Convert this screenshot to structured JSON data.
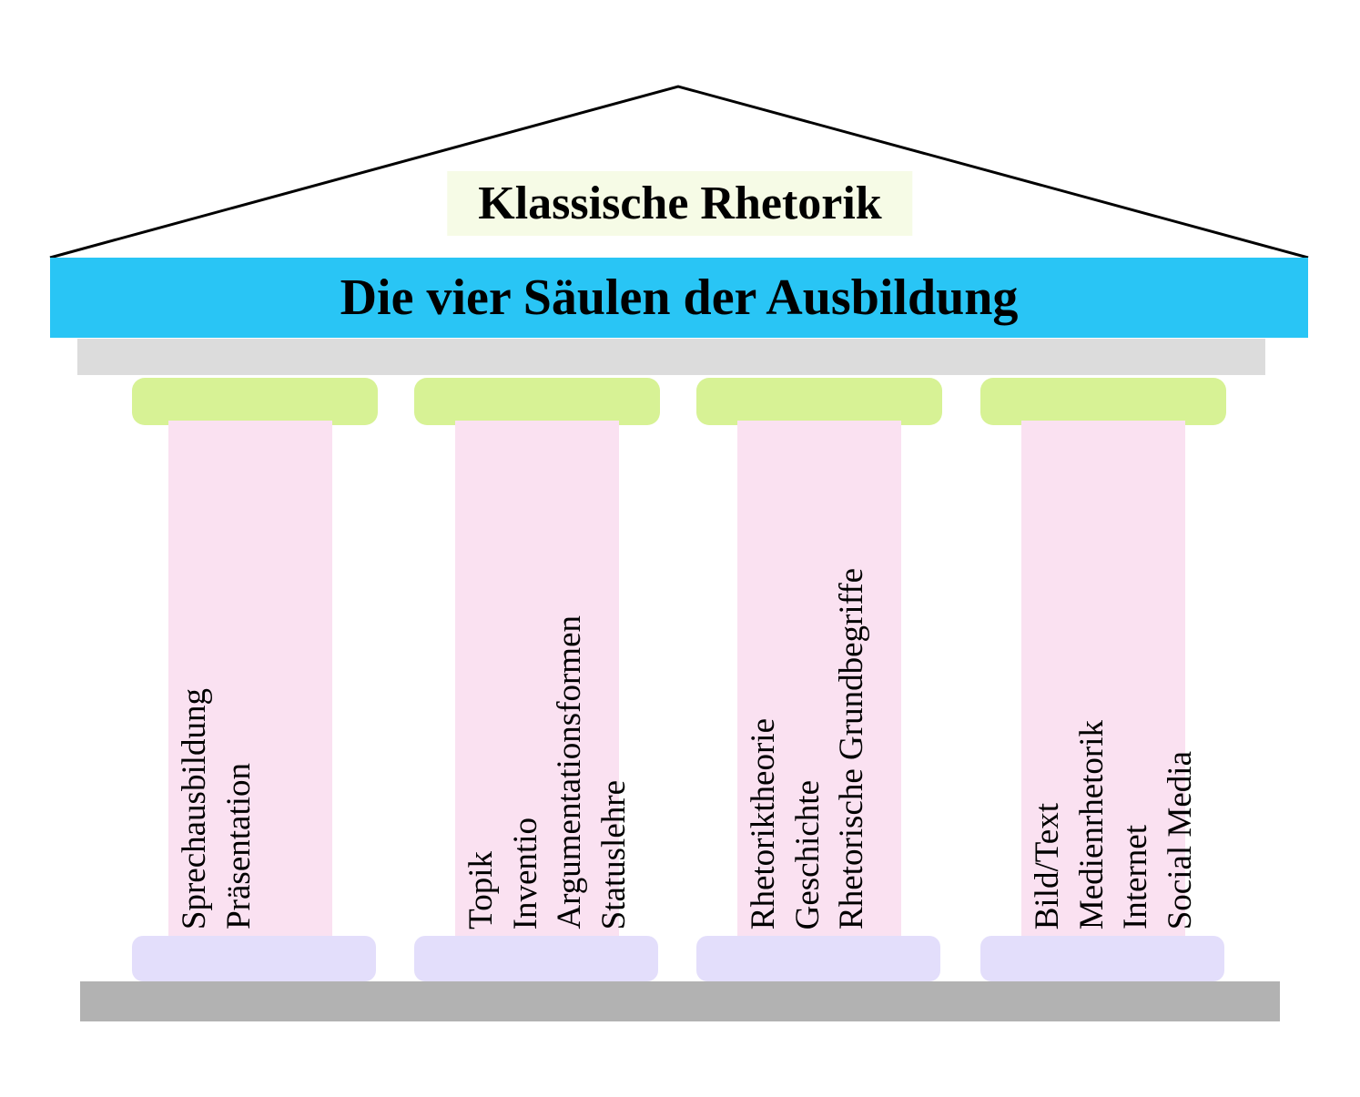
{
  "diagram": {
    "title": "Klassische Rhetorik",
    "subtitle": "Die vier Säulen der Ausbildung",
    "pillars": [
      {
        "items": [
          "Sprechausbildung",
          "Präsentation"
        ]
      },
      {
        "items": [
          "Topik",
          "Inventio",
          "Argumentationsformen",
          "Statuslehre"
        ]
      },
      {
        "items": [
          "Rhetoriktheorie",
          "Geschichte",
          "Rhetorische Grundbegriffe"
        ]
      },
      {
        "items": [
          "Bild/Text",
          "Medienrhetorik",
          "Internet",
          "Social Media"
        ]
      }
    ],
    "colors": {
      "banner": "#29c5f5",
      "capital": "#d7f295",
      "shaft": "#fae1f1",
      "base": "#e3defb",
      "architrave": "#dcdcdc",
      "floor": "#b2b2b2",
      "title_highlight": "#f6fbe6"
    }
  }
}
